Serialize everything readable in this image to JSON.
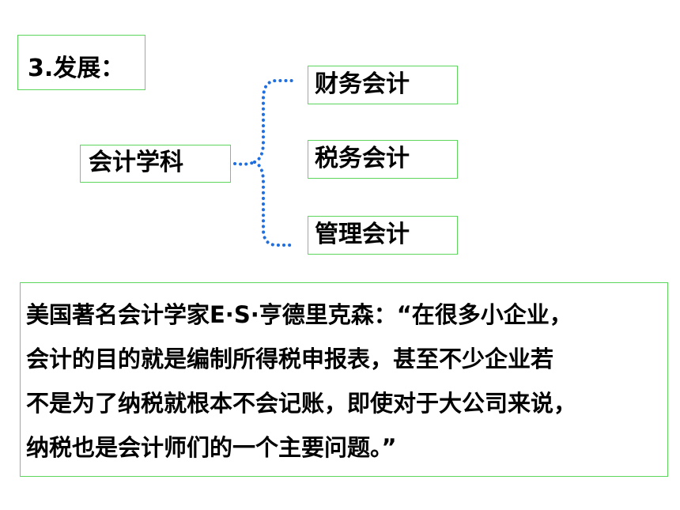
{
  "title": "3.发展：",
  "root_node": "会计学科",
  "children": [
    "财务会计",
    "税务会计",
    "管理会计"
  ],
  "quote_lines": [
    "美国著名会计学家E·S·亨德里克森：“在很多小企业，",
    "会计的目的就是编制所得税申报表，甚至不少企业若",
    "不是为了纳税就根本不会记账，即使对于大公司来说，",
    "纳税也是会计师们的一个主要问题。”"
  ],
  "colors": {
    "box_border": "#5cd65c",
    "connector": "#1f6fe0"
  }
}
